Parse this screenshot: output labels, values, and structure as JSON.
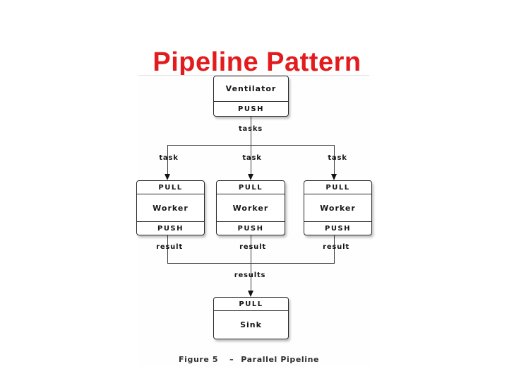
{
  "slide_title": "Pipeline Pattern",
  "diagram": {
    "ventilator": {
      "title": "Ventilator",
      "push": "PUSH"
    },
    "tasks_label": "tasks",
    "task_labels": [
      "task",
      "task",
      "task"
    ],
    "workers": [
      {
        "pull": "PULL",
        "title": "Worker",
        "push": "PUSH"
      },
      {
        "pull": "PULL",
        "title": "Worker",
        "push": "PUSH"
      },
      {
        "pull": "PULL",
        "title": "Worker",
        "push": "PUSH"
      }
    ],
    "result_labels": [
      "result",
      "result",
      "result"
    ],
    "results_label": "results",
    "sink": {
      "pull": "PULL",
      "title": "Sink"
    },
    "caption": {
      "label": "Figure 5",
      "separator": "–",
      "title": "Parallel Pipeline"
    }
  },
  "colors": {
    "title_red": "#e31b1d",
    "diagram_line": "#3c3c3c",
    "box_border": "#2b2b2b",
    "label_text": "#151515",
    "background": "#ffffff"
  }
}
